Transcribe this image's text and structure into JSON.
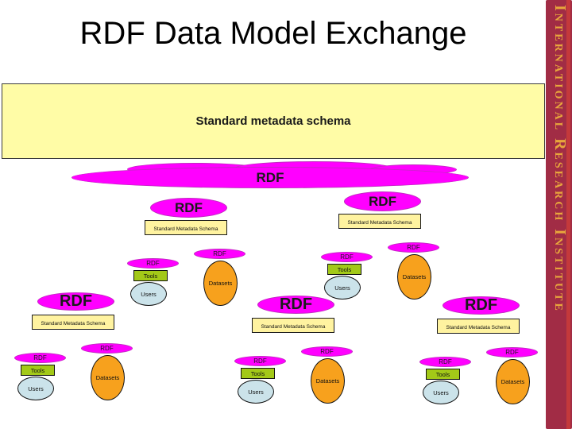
{
  "slide": {
    "title": "RDF Data Model Exchange",
    "banner": "Standard metadata schema",
    "root_label": "RDF"
  },
  "sidebar": {
    "text": "International Research Institute",
    "bg_color": "#A12C45",
    "text_color": "#E8A63C",
    "stripe_color": "#C4393B"
  },
  "colors": {
    "rdf_magenta": "#FF00FF",
    "rdf_border": "#C02BC0",
    "banner_yellow": "#FFFCA6",
    "schema_yellow": "#FFF3A0",
    "tools_green": "#A3C918",
    "users_blue": "#CBE3EA",
    "datasets_orange": "#F7A11D"
  },
  "diagram": {
    "clusters": [
      {
        "name": "mid-left",
        "rdf": "RDF",
        "schema": "Standard Metadata Schema",
        "tools_rdf": "RDF",
        "tools": "Tools",
        "users": "Users",
        "datasets_rdf": "RDF",
        "datasets": "Datasets"
      },
      {
        "name": "mid-right",
        "rdf": "RDF",
        "schema": "Standard Metadata Schema",
        "tools_rdf": "RDF",
        "tools": "Tools",
        "users": "Users",
        "datasets_rdf": "RDF",
        "datasets": "Datasets"
      },
      {
        "name": "bottom-left",
        "rdf": "RDF",
        "schema": "Standard Metadata Schema",
        "tools_rdf": "RDF",
        "tools": "Tools",
        "users": "Users",
        "datasets_rdf": "RDF",
        "datasets": "Datasets"
      },
      {
        "name": "bottom-middle",
        "rdf": "RDF",
        "schema": "Standard Metadata Schema",
        "tools_rdf": "RDF",
        "tools": "Tools",
        "users": "Users",
        "datasets_rdf": "RDF",
        "datasets": "Datasets"
      },
      {
        "name": "bottom-right",
        "rdf": "RDF",
        "schema": "Standard Metadata Schema",
        "tools_rdf": "RDF",
        "tools": "Tools",
        "users": "Users",
        "datasets_rdf": "RDF",
        "datasets": "Datasets"
      }
    ]
  }
}
